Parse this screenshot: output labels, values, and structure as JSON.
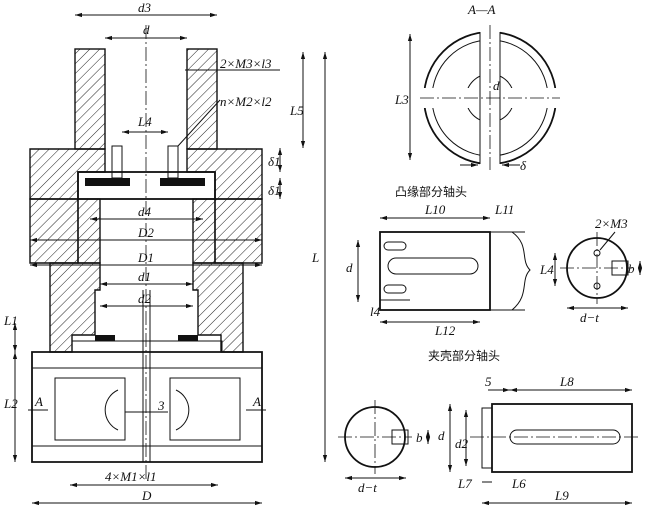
{
  "section_label": "A—A",
  "flange_caption": "凸缘部分轴头",
  "clamp_caption": "夹壳部分轴头",
  "dims": {
    "d3": "d3",
    "d": "d",
    "d4": "d4",
    "D2": "D2",
    "D1": "D1",
    "d1": "d1",
    "d2": "d2",
    "D": "D",
    "L": "L",
    "L1": "L1",
    "L2": "L2",
    "L3": "L3",
    "L4": "L4",
    "L5": "L5",
    "L6": "L6",
    "L7": "L7",
    "L8": "L8",
    "L9": "L9",
    "L10": "L10",
    "L11": "L11",
    "L12": "L12",
    "l4": "l4",
    "b": "b",
    "d_t": "d−t",
    "delta": "δ",
    "delta1": "δ1",
    "five": "5",
    "three": "3",
    "A": "A",
    "M3_note": "2×M3×l3",
    "M2_note": "n×M2×l2",
    "M1_note": "4×M1×l1",
    "M3_hole": "2×M3"
  }
}
